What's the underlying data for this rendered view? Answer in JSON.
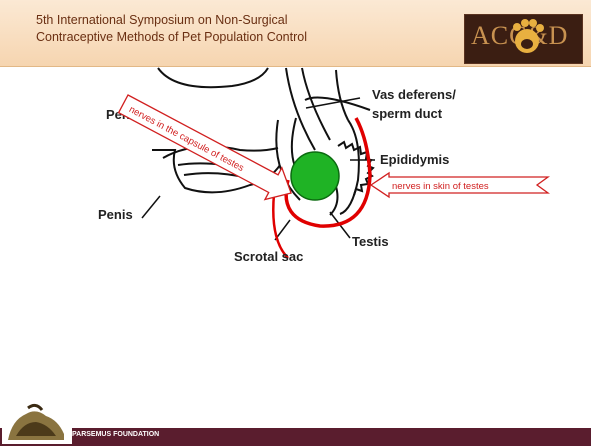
{
  "slide": {
    "title_line1": "5th International Symposium on Non-Surgical",
    "title_line2": "Contraceptive Methods of Pet Population Control",
    "logo_text": "ACC&D",
    "footer_text": "PARSEMUS FOUNDATION"
  },
  "diagram": {
    "labels": {
      "penis_upper": "Penis",
      "penis_lower": "Penis",
      "vas_deferens_line1": "Vas deferens/",
      "vas_deferens_line2": "sperm duct",
      "epididymis": "Epididymis",
      "testis": "Testis",
      "scrotal_sac": "Scrotal sac"
    },
    "callouts": {
      "capsule": "nerves in the capsule of testes",
      "skin": "nerves in skin of testes"
    },
    "colors": {
      "callout_red": "#d12020",
      "testis_green": "#1fb325",
      "scrotum_outline": "#e00000"
    }
  }
}
